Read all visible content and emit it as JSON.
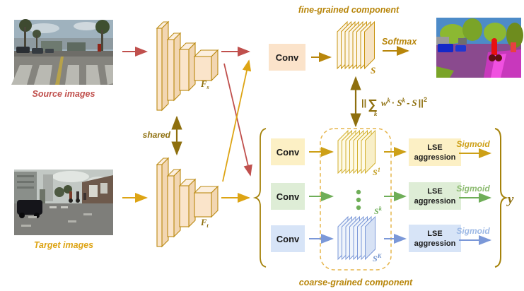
{
  "figure": {
    "source": {
      "label": "Source images"
    },
    "target": {
      "label": "Target images"
    },
    "shared_label": "shared",
    "encoder_source": {
      "base": "F",
      "sub": "s"
    },
    "encoder_target": {
      "base": "F",
      "sub": "t"
    },
    "fine": {
      "title": "fine-grained component",
      "conv_label": "Conv",
      "stack_label": "S",
      "softmax_label": "Softmax"
    },
    "loss": {
      "open_bars": "||",
      "sigma": "∑",
      "sigma_sub": "k",
      "w": "w",
      "w_sup": "k",
      "dot": "·",
      "s": "S",
      "s_sup": "k",
      "minus": "-",
      "s2": "S",
      "close_bars": "||",
      "exponent": "2"
    },
    "coarse": {
      "title": "coarse-grained component",
      "output_label": "y",
      "rows": [
        {
          "conv_label": "Conv",
          "stack_base": "S",
          "stack_sup": "1",
          "lse_line1": "LSE",
          "lse_line2": "aggression",
          "sigmoid_label": "Sigmoid"
        },
        {
          "conv_label": "Conv",
          "stack_base": "S",
          "stack_sup": "k",
          "lse_line1": "LSE",
          "lse_line2": "aggression",
          "sigmoid_label": "Sigmoid"
        },
        {
          "conv_label": "Conv",
          "stack_base": "S",
          "stack_sup": "K",
          "lse_line1": "LSE",
          "lse_line2": "aggression",
          "sigmoid_label": "Sigmoid"
        }
      ]
    },
    "colors": {
      "source_red": "#C0504D",
      "target_gold": "#DDA414",
      "dark_gold": "#B8860B",
      "olive_gold": "#8E6F0E",
      "brace_gold": "#A5820A",
      "row_gold": "#CDA017",
      "green": "#6FAE58",
      "blue": "#7B98D8",
      "fill_peach": "#FBE3CA",
      "fill_yellow": "#FCF0C5",
      "fill_green": "#DEEDD6",
      "fill_blue": "#D7E4F7"
    }
  }
}
